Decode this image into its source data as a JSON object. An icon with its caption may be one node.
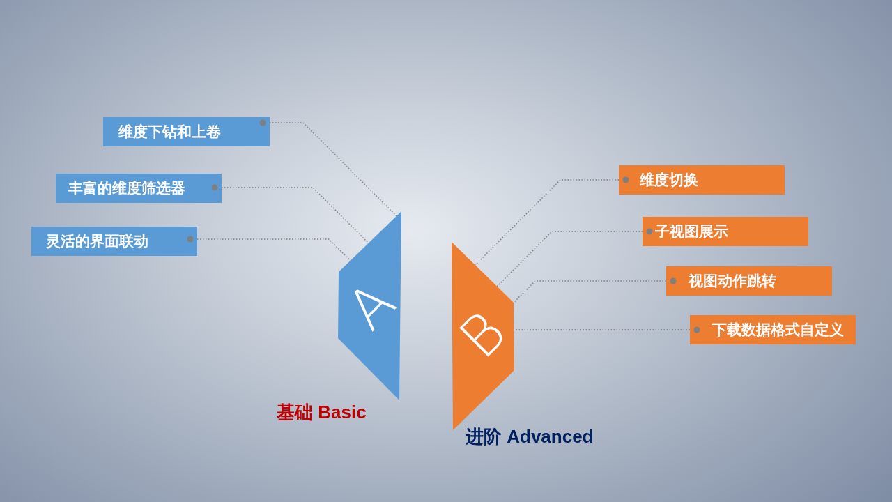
{
  "diagram": {
    "nodes": [
      {
        "text": [
          "维度下钻和上卷"
        ]
      },
      {
        "text": [
          "丰富的维度筛选器"
        ]
      },
      {
        "text": [
          "灵活的界面联动"
        ]
      },
      {
        "text": [
          "A"
        ],
        "beside": [
          "基础 Basic"
        ]
      },
      {
        "text": [
          "B"
        ],
        "beside": [
          "进阶 Advanced"
        ]
      },
      {
        "text": [
          "维度切换"
        ]
      },
      {
        "text": [
          "子视图展示"
        ]
      },
      {
        "text": [
          "视图动作跳转"
        ]
      },
      {
        "text": [
          "下载数据格式自定义"
        ]
      }
    ],
    "edges": [
      {
        "from": 0,
        "to": 3,
        "arrow": "other"
      },
      {
        "from": 1,
        "to": 3,
        "arrow": "other"
      },
      {
        "from": 2,
        "to": 3,
        "arrow": "other"
      },
      {
        "from": 5,
        "to": 4,
        "arrow": "other"
      },
      {
        "from": 6,
        "to": 4,
        "arrow": "other"
      },
      {
        "from": 7,
        "to": 4,
        "arrow": "other"
      },
      {
        "from": 8,
        "to": 4,
        "arrow": "other"
      }
    ]
  }
}
